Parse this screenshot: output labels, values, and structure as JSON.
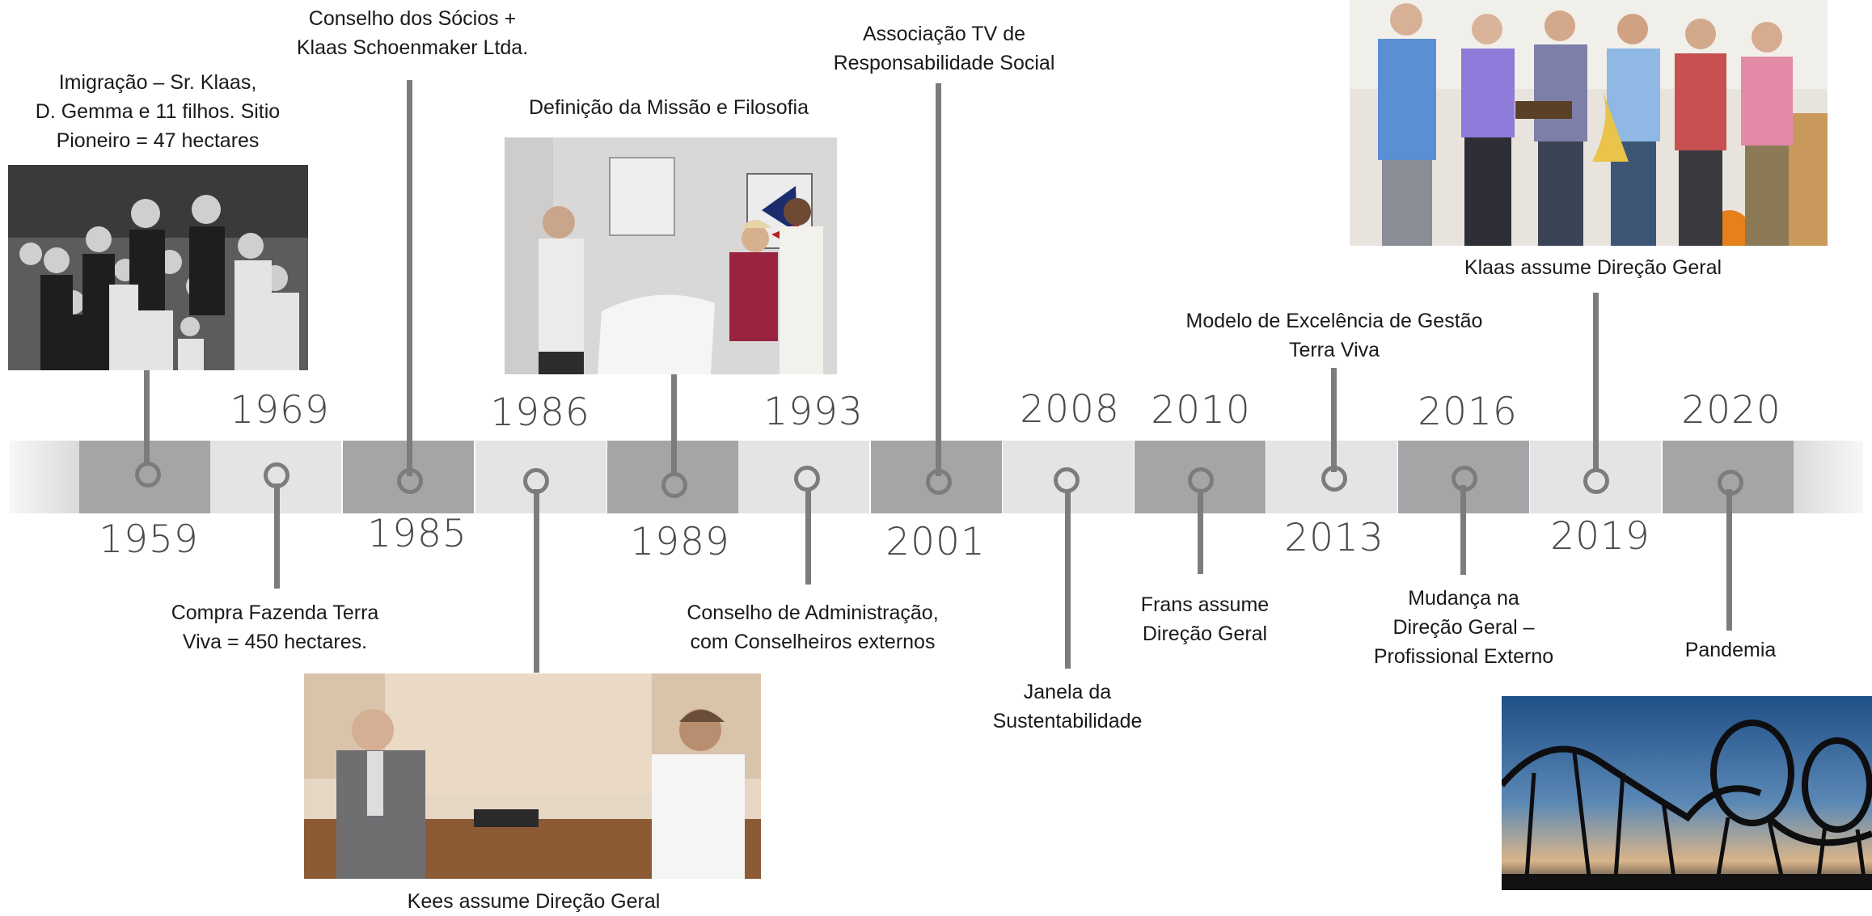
{
  "years": {
    "y1959": "1959",
    "y1969": "1969",
    "y1985": "1985",
    "y1986": "1986",
    "y1989": "1989",
    "y1993": "1993",
    "y2001": "2001",
    "y2008": "2008",
    "y2010": "2010",
    "y2013": "2013",
    "y2016": "2016",
    "y2019": "2019",
    "y2020": "2020"
  },
  "events": {
    "e1959": "Imigração – Sr. Klaas,\nD. Gemma e 11 filhos. Sitio\nPioneiro = 47 hectares",
    "e1969": "Compra Fazenda Terra\nViva = 450 hectares.",
    "e1985": "Conselho dos Sócios +\nKlaas Schoenmaker Ltda.",
    "e1986": "Kees assume Direção Geral",
    "e1989": "Definição da Missão e Filosofia",
    "e1993": "Conselho de Administração,\ncom Conselheiros externos",
    "e2001": "Associação TV de\nResponsabilidade Social",
    "e2008": "Janela da\nSustentabilidade",
    "e2010": "Frans assume\nDireção Geral",
    "e2013": "Modelo de Excelência de Gestão\nTerra Viva",
    "e2016": "Mudança na\nDireção Geral –\nProfissional Externo",
    "e2019": "Klaas assume Direção Geral",
    "e2020": "Pandemia"
  },
  "colors": {
    "band_dark": "#a5a5a8",
    "band_light": "#e3e4e6",
    "connector": "#7c7c7c",
    "year_text": "#4a4a4a"
  }
}
